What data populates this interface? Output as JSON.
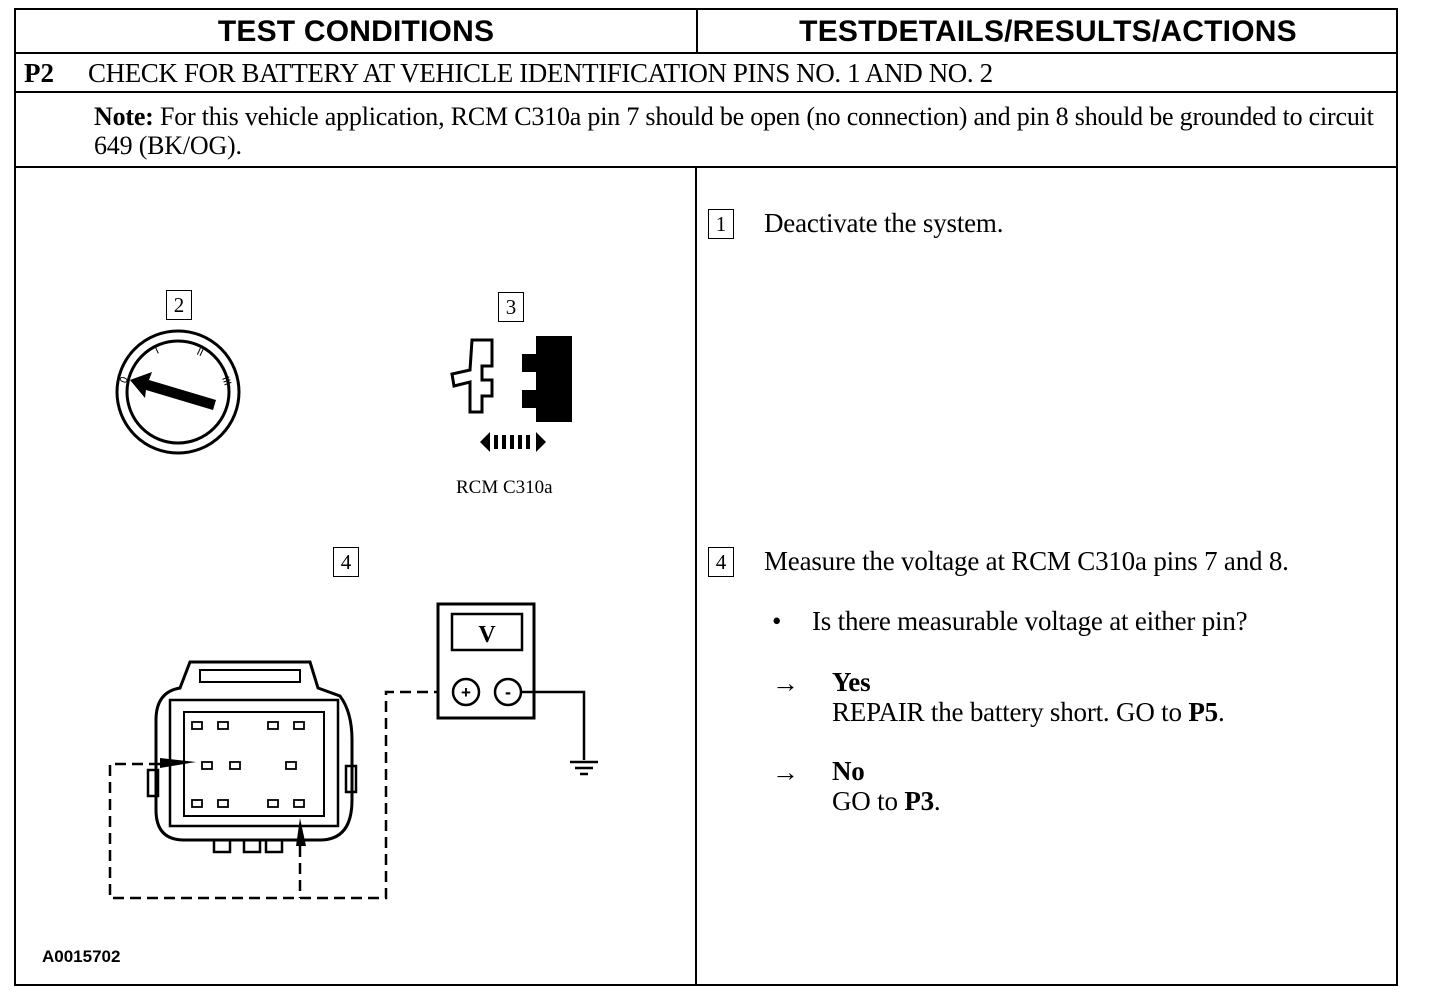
{
  "header": {
    "left": "TEST CONDITIONS",
    "right": "TESTDETAILS/RESULTS/ACTIONS"
  },
  "step": {
    "code": "P2",
    "title": "CHECK FOR BATTERY AT VEHICLE IDENTIFICATION PINS NO. 1 AND NO. 2"
  },
  "note": {
    "label": "Note:",
    "text": " For this vehicle application, RCM C310a pin 7 should be open (no connection) and pin 8 should be grounded to circuit 649 (BK/OG)."
  },
  "figure": {
    "markers": [
      "2",
      "3",
      "4"
    ],
    "connector_caption": "RCM C310a",
    "meter_display": "V",
    "meter_plus": "+",
    "meter_minus": "-",
    "figure_id": "A0015702"
  },
  "actions": {
    "step1": {
      "number": "1",
      "text": "Deactivate the system."
    },
    "step4": {
      "number": "4",
      "text": "Measure the voltage at RCM C310a pins 7 and 8.",
      "bullet": "•",
      "question": "Is there measurable voltage at either pin?",
      "arrow": "→",
      "yes_label": "Yes",
      "yes_text": "REPAIR the battery short. GO to ",
      "yes_ref": "P5",
      "yes_end": ".",
      "no_label": "No",
      "no_text": "GO to ",
      "no_ref": "P3",
      "no_end": "."
    }
  }
}
